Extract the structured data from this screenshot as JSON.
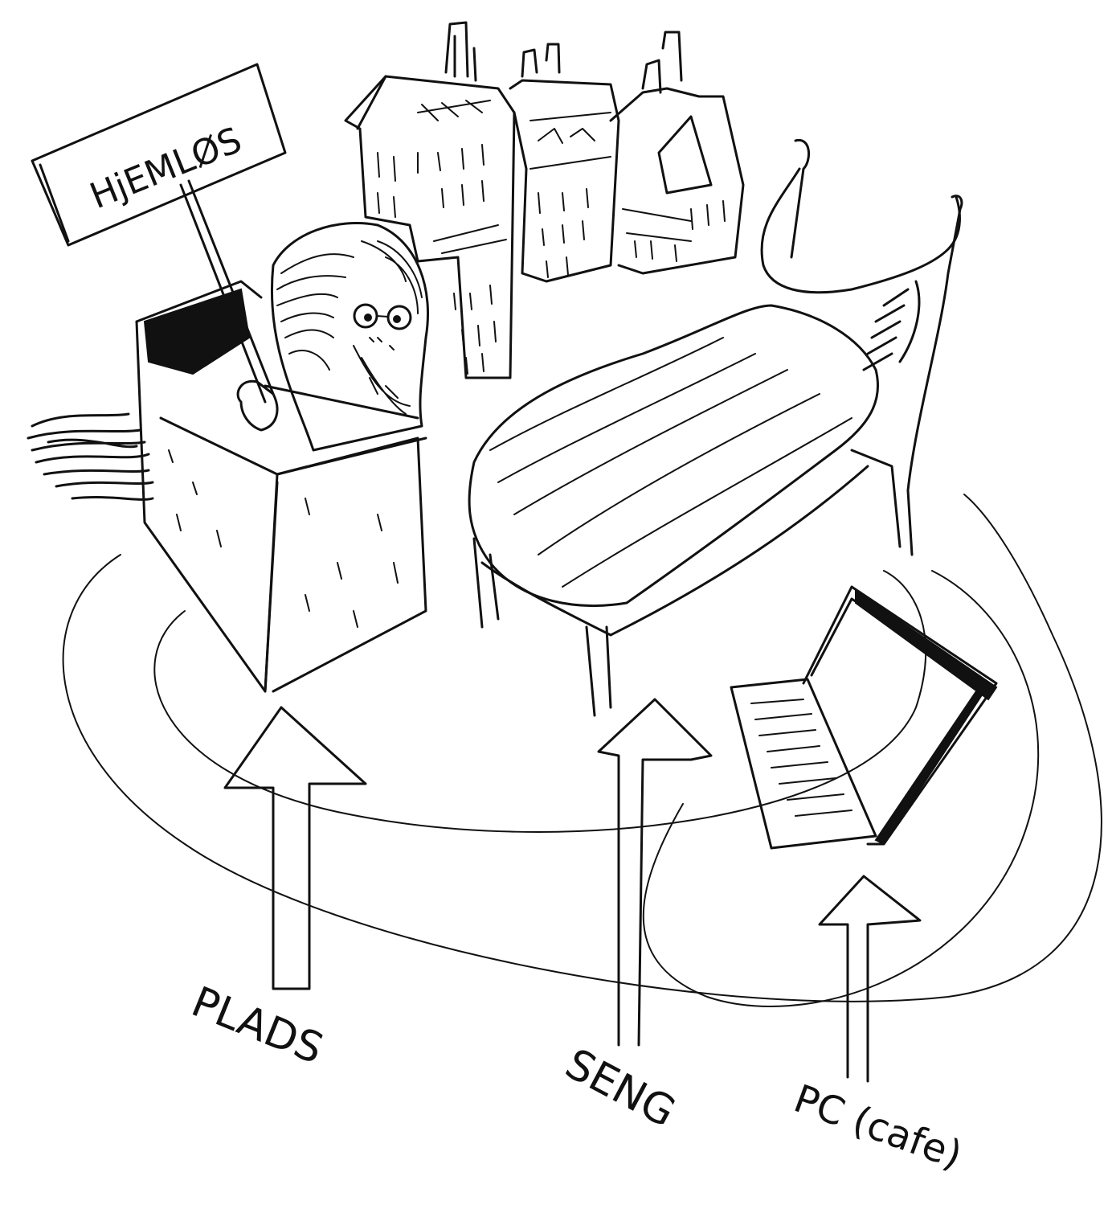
{
  "drawing": {
    "sign_text": "HjEMLØS",
    "labels": {
      "plads": "PLADS",
      "seng": "SENG",
      "pc": "PC (cafe)"
    }
  },
  "colors": {
    "ink": "#111111",
    "paper": "#ffffff"
  }
}
